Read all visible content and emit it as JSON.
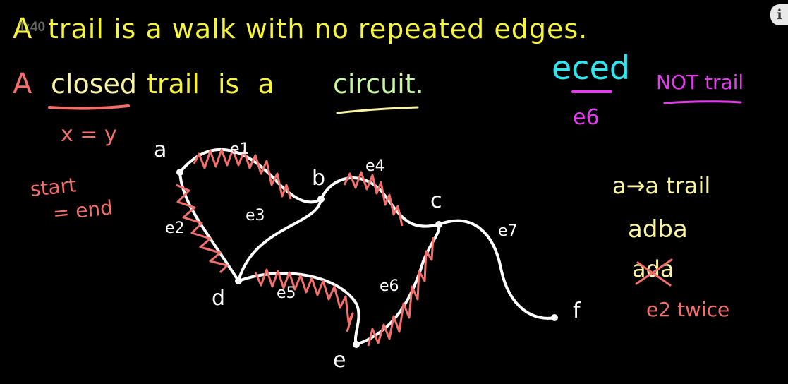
{
  "colors": {
    "background": "#000000",
    "yellow": "#f6f53c",
    "pink": "#f26f6c",
    "light_yellow": "#f8f4a4",
    "green": "#c9f7a4",
    "cyan": "#2ee6f0",
    "magenta": "#e63cf0",
    "white": "#ffffff"
  },
  "overlay": {
    "timestamp": "1:40",
    "info_icon": "i"
  },
  "heading": {
    "trail_def_a": "A",
    "trail_def_rest": "trail is a walk with no repeated edges."
  },
  "circuit_line": {
    "a": "A",
    "closed": "closed",
    "middle": "trail is a",
    "circuit": "circuit."
  },
  "notes_left": {
    "x_eq_y": "x = y",
    "start": "start",
    "end": "= end"
  },
  "notes_top_right": {
    "walk": "eced",
    "edge": "e6",
    "not_trail": "NOT trail"
  },
  "notes_right": {
    "a_to_a": "a→a trail",
    "adba": "adba",
    "ada": "ada",
    "e2_twice": "e2 twice"
  },
  "graph": {
    "vertices": [
      "a",
      "b",
      "c",
      "d",
      "e",
      "f"
    ],
    "edges": [
      "e1",
      "e2",
      "e3",
      "e4",
      "e5",
      "e6",
      "e7"
    ],
    "highlighted_edges": [
      "e1",
      "e2",
      "e4",
      "e5",
      "e6"
    ]
  }
}
